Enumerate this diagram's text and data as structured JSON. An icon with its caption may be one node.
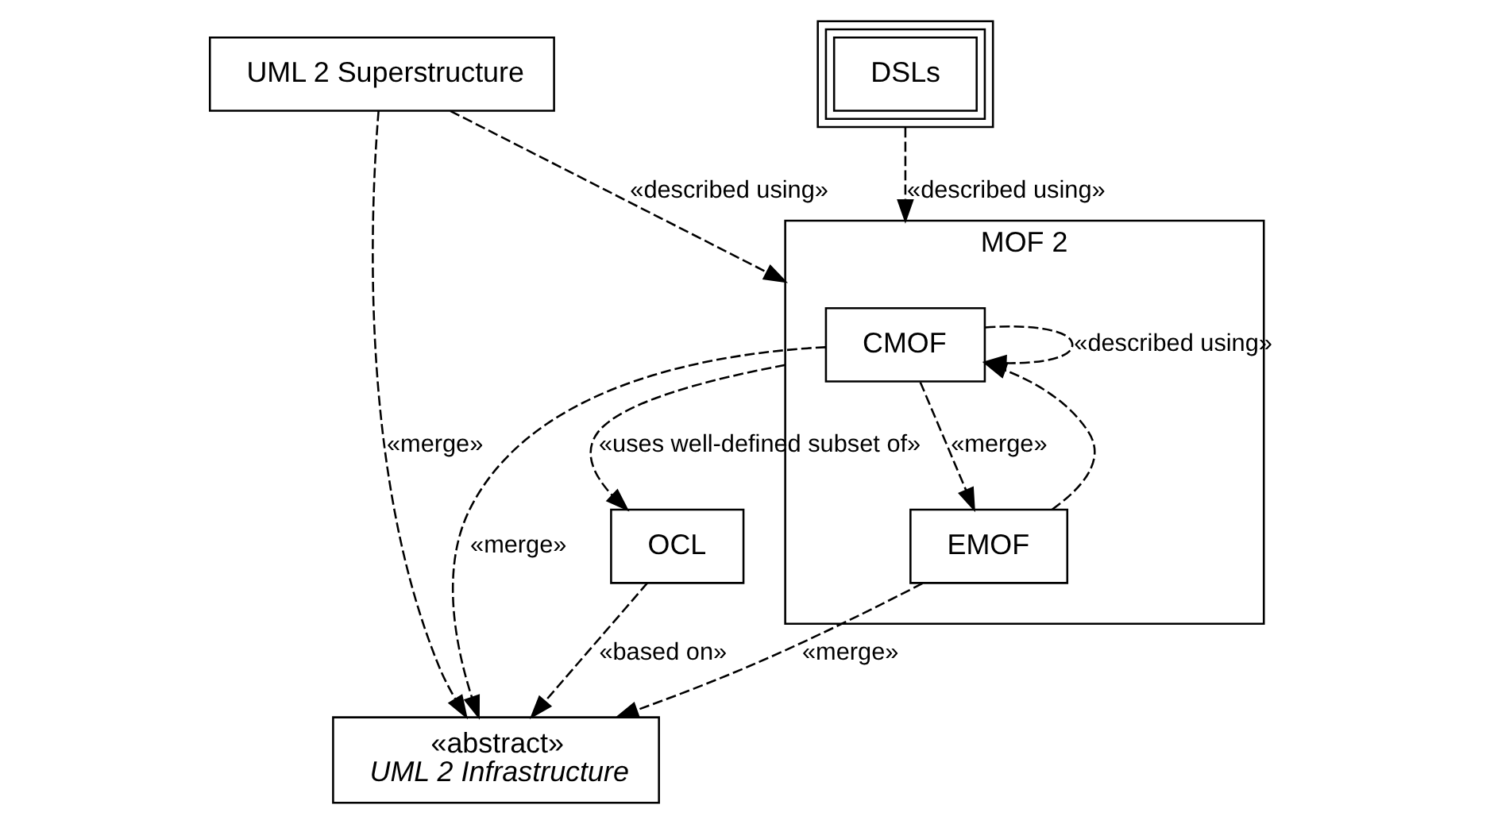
{
  "diagram": {
    "nodes": [
      {
        "text": [
          "MOF 2"
        ]
      },
      {
        "text": [
          "CMOF"
        ],
        "in": 0
      },
      {
        "text": [
          "EMOF"
        ],
        "in": 0
      },
      {
        "text": [
          "«abstract»",
          "UML 2 Infrastructure"
        ]
      },
      {
        "text": [
          "OCL"
        ]
      },
      {
        "text": [
          "UML 2 Superstructure"
        ]
      },
      {
        "text": [
          "DSLs"
        ]
      }
    ],
    "edges": [
      {
        "from": 1,
        "to": 1,
        "arrow": "to",
        "style": "dashed",
        "label": "«described using»"
      },
      {
        "from": 2,
        "to": 1,
        "arrow": "to",
        "style": "dashed"
      },
      {
        "from": 1,
        "to": 3,
        "arrow": "to",
        "style": "dashed",
        "label": "«merge»"
      },
      {
        "from": 1,
        "to": 2,
        "arrow": "to",
        "style": "dashed",
        "label": "«merge»"
      },
      {
        "from": 2,
        "to": 3,
        "arrow": "to",
        "style": "dashed",
        "label": "«merge»"
      },
      {
        "from": 0,
        "to": 4,
        "arrow": "to",
        "style": "dashed",
        "label": "«uses well-defined subset of»"
      },
      {
        "from": 4,
        "to": 3,
        "arrow": "to",
        "style": "dashed",
        "label": "«based on»"
      },
      {
        "from": 5,
        "to": 3,
        "arrow": "to",
        "style": "dashed",
        "label": "«merge»"
      },
      {
        "from": 5,
        "to": 0,
        "arrow": "to",
        "style": "dashed",
        "label": "«described using»"
      },
      {
        "from": 6,
        "to": 0,
        "arrow": "to",
        "style": "dashed",
        "label": "«described using»"
      }
    ]
  }
}
